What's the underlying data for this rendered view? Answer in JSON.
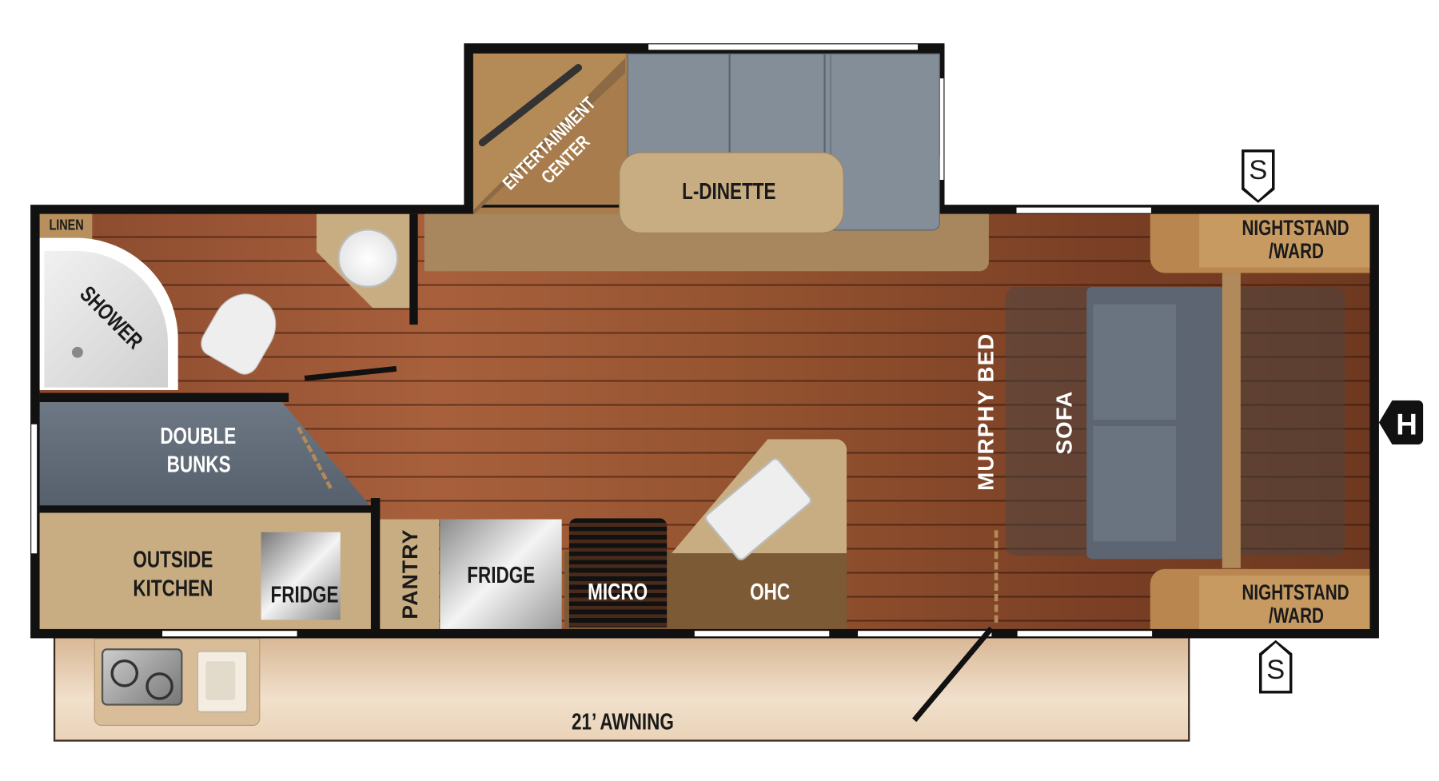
{
  "floorplan": {
    "rooms": {
      "linen": "LINEN",
      "shower": "SHOWER",
      "double_bunks": [
        "DOUBLE",
        "BUNKS"
      ],
      "outside_kitchen": [
        "OUTSIDE",
        "KITCHEN"
      ],
      "outside_fridge": "FRIDGE",
      "pantry": "PANTRY",
      "fridge": "FRIDGE",
      "micro": "MICRO",
      "ohc": "OHC",
      "entertainment_center": [
        "ENTERTAINMENT",
        "CENTER"
      ],
      "l_dinette": "L-DINETTE",
      "murphy_bed": "MURPHY BED",
      "sofa": "SOFA",
      "nightstand_top": [
        "NIGHTSTAND",
        "/WARD"
      ],
      "nightstand_bottom": [
        "NIGHTSTAND",
        "/WARD"
      ],
      "awning": "21’ AWNING"
    },
    "markers": {
      "sewer_top": "S",
      "sewer_bottom": "S",
      "hitch": "H"
    },
    "colors": {
      "wall": "#111111",
      "floor": "#8a4a2e",
      "cabinet": "#c9ad82",
      "upholstery": "#7f8a96",
      "bunks": "#5f6b78",
      "awning": "#e8cfb0"
    }
  }
}
